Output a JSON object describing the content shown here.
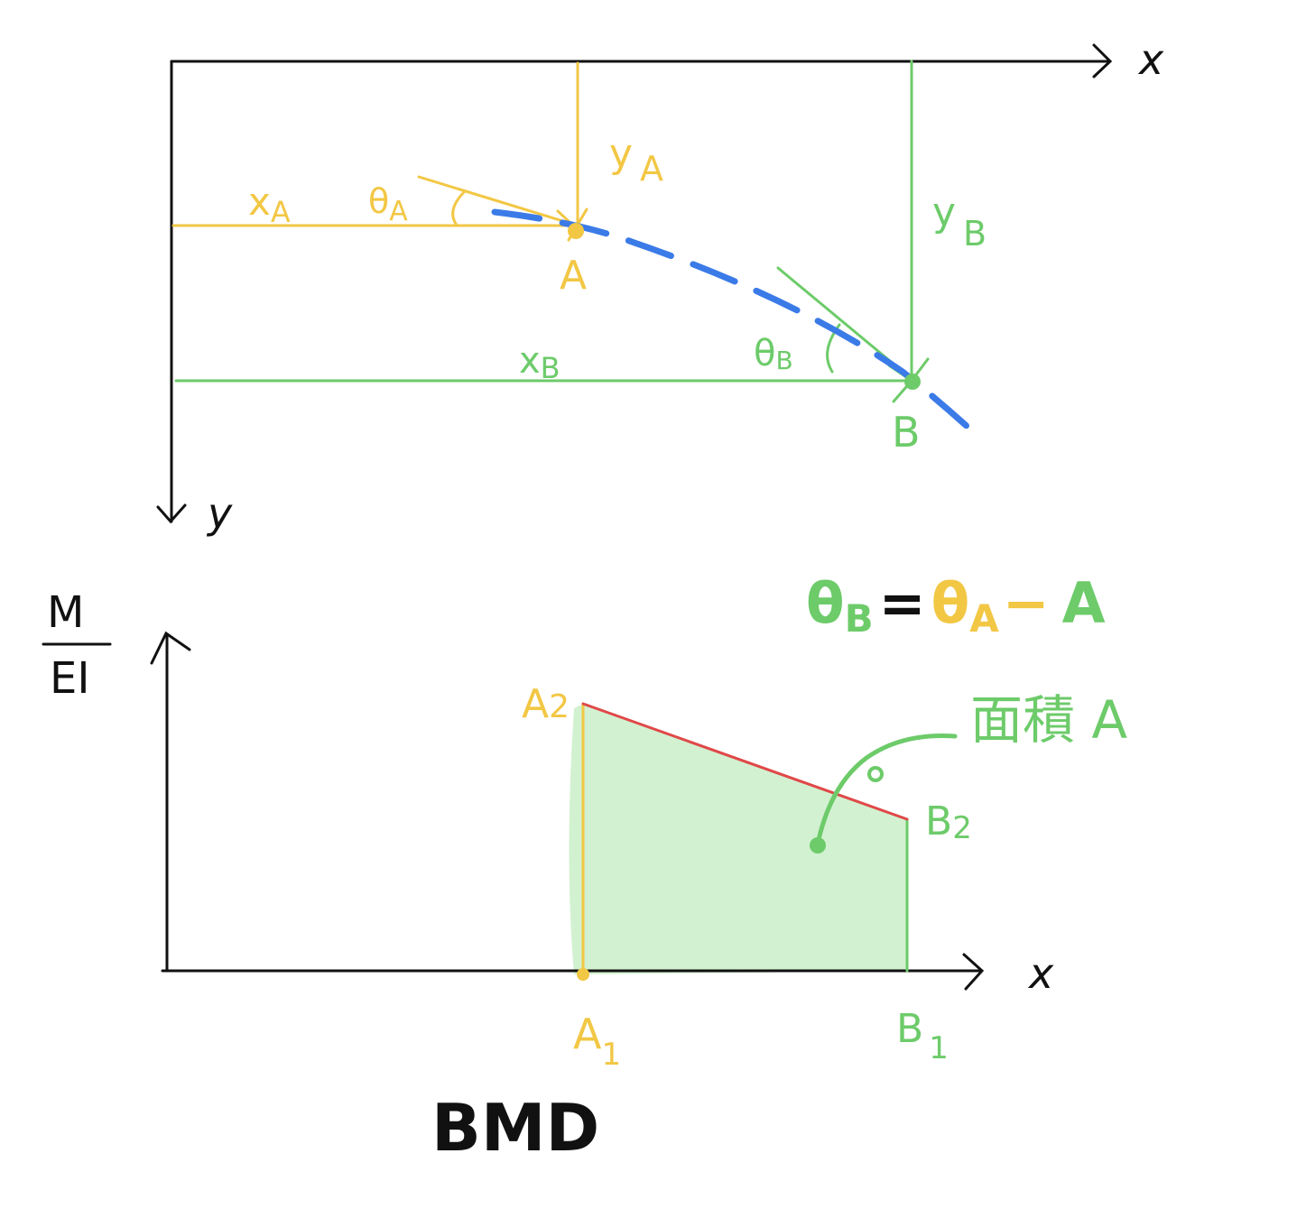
{
  "colors": {
    "axis": "#111111",
    "point_a": "#F2C744",
    "point_b": "#6DCB6A",
    "deflection_curve": "#3B7BE8",
    "moment_line": "#E04848",
    "area_fill": "#CDEFCB"
  },
  "top": {
    "x_axis_label": "x",
    "y_axis_label": "y",
    "xA": {
      "main": "x",
      "sub": "A"
    },
    "thetaA": {
      "main": "θ",
      "sub": "A"
    },
    "yA": {
      "main": "y",
      "sub": "A"
    },
    "point_a": "A",
    "yB": {
      "main": "y",
      "sub": "B"
    },
    "xB": {
      "main": "x",
      "sub": "B"
    },
    "thetaB": {
      "main": "θ",
      "sub": "B"
    },
    "point_b": "B"
  },
  "bottom": {
    "y_axis_label_top": "M",
    "y_axis_label_bottom": "EI",
    "x_axis_label": "x",
    "equation": {
      "thetaB": "θ",
      "thetaB_sub": "B",
      "eq": "=",
      "thetaA": "θ",
      "thetaA_sub": "A",
      "minus": "−",
      "area": "A"
    },
    "area_label": "面積 A",
    "A2": {
      "main": "A",
      "sub": "2"
    },
    "B2": {
      "main": "B",
      "sub": "2"
    },
    "A1": {
      "main": "A",
      "sub": "1"
    },
    "B1": {
      "main": "B",
      "sub": "1"
    },
    "title": "BMD"
  }
}
